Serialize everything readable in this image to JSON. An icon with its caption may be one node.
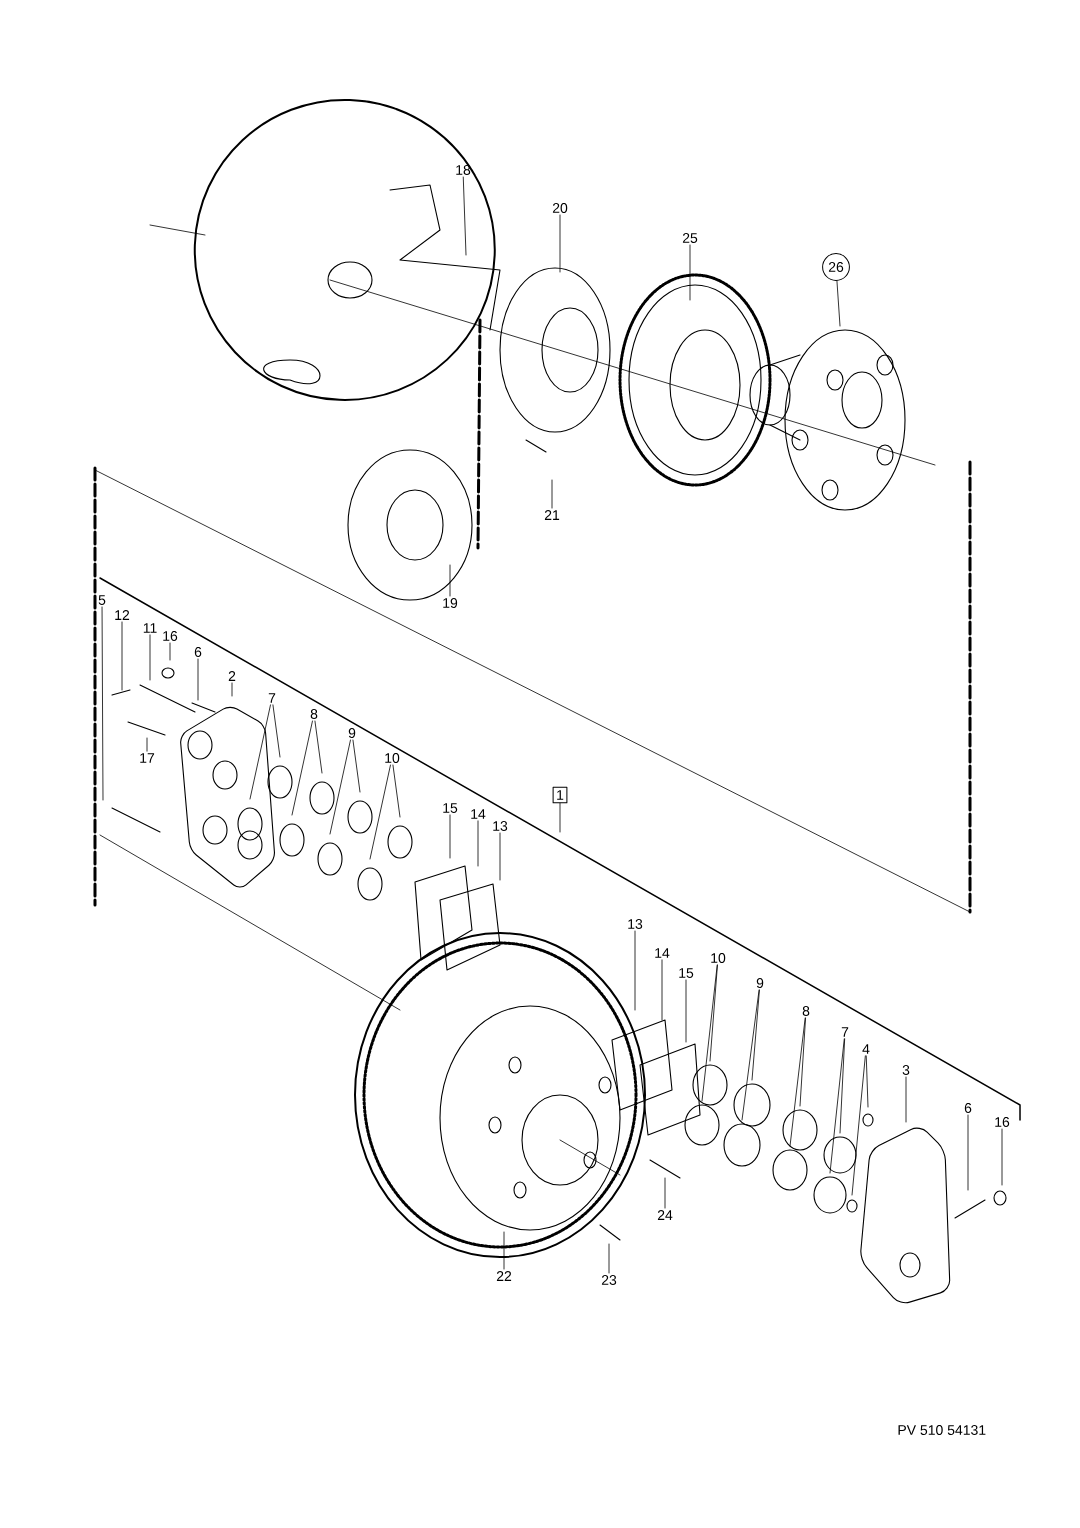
{
  "diagram": {
    "nodes": [
      {
        "text": [
          "18"
        ]
      },
      {
        "text": [
          "20"
        ]
      },
      {
        "text": [
          "25"
        ]
      },
      {
        "text": [
          "26"
        ]
      },
      {
        "text": [
          "21"
        ]
      },
      {
        "text": [
          "19"
        ]
      },
      {
        "text": [
          "1"
        ]
      },
      {
        "text": [
          "5"
        ]
      },
      {
        "text": [
          "12"
        ]
      },
      {
        "text": [
          "11"
        ]
      },
      {
        "text": [
          "16"
        ]
      },
      {
        "text": [
          "6"
        ]
      },
      {
        "text": [
          "2"
        ]
      },
      {
        "text": [
          "7"
        ]
      },
      {
        "text": [
          "8"
        ]
      },
      {
        "text": [
          "9"
        ]
      },
      {
        "text": [
          "10"
        ]
      },
      {
        "text": [
          "17"
        ]
      },
      {
        "text": [
          "15"
        ]
      },
      {
        "text": [
          "14"
        ]
      },
      {
        "text": [
          "13"
        ]
      },
      {
        "text": [
          "13"
        ]
      },
      {
        "text": [
          "14"
        ]
      },
      {
        "text": [
          "15"
        ]
      },
      {
        "text": [
          "10"
        ]
      },
      {
        "text": [
          "9"
        ]
      },
      {
        "text": [
          "8"
        ]
      },
      {
        "text": [
          "7"
        ]
      },
      {
        "text": [
          "4"
        ]
      },
      {
        "text": [
          "3"
        ]
      },
      {
        "text": [
          "6"
        ]
      },
      {
        "text": [
          "16"
        ]
      },
      {
        "text": [
          "24"
        ]
      },
      {
        "text": [
          "23"
        ]
      },
      {
        "text": [
          "22"
        ]
      }
    ],
    "edges": [
      {
        "from": 0,
        "to": null,
        "arrow": "none"
      },
      {
        "from": 1,
        "to": null,
        "arrow": "none"
      },
      {
        "from": 2,
        "to": null,
        "arrow": "none"
      },
      {
        "from": 3,
        "to": null,
        "arrow": "none"
      },
      {
        "from": 4,
        "to": null,
        "arrow": "none"
      },
      {
        "from": 5,
        "to": null,
        "arrow": "none"
      },
      {
        "from": 6,
        "to": null,
        "arrow": "none"
      },
      {
        "from": 7,
        "to": null,
        "arrow": "none"
      },
      {
        "from": 8,
        "to": null,
        "arrow": "none"
      },
      {
        "from": 9,
        "to": null,
        "arrow": "none"
      },
      {
        "from": 10,
        "to": null,
        "arrow": "none"
      },
      {
        "from": 11,
        "to": null,
        "arrow": "none"
      },
      {
        "from": 12,
        "to": null,
        "arrow": "none"
      },
      {
        "from": 13,
        "to": null,
        "arrow": "none"
      },
      {
        "from": 13,
        "to": null,
        "arrow": "none"
      },
      {
        "from": 14,
        "to": null,
        "arrow": "none"
      },
      {
        "from": 14,
        "to": null,
        "arrow": "none"
      },
      {
        "from": 15,
        "to": null,
        "arrow": "none"
      },
      {
        "from": 15,
        "to": null,
        "arrow": "none"
      },
      {
        "from": 16,
        "to": null,
        "arrow": "none"
      },
      {
        "from": 16,
        "to": null,
        "arrow": "none"
      },
      {
        "from": 17,
        "to": null,
        "arrow": "none"
      },
      {
        "from": 18,
        "to": null,
        "arrow": "none"
      },
      {
        "from": 19,
        "to": null,
        "arrow": "none"
      },
      {
        "from": 20,
        "to": null,
        "arrow": "none"
      },
      {
        "from": 21,
        "to": null,
        "arrow": "none"
      },
      {
        "from": 22,
        "to": null,
        "arrow": "none"
      },
      {
        "from": 23,
        "to": null,
        "arrow": "none"
      },
      {
        "from": 24,
        "to": null,
        "arrow": "none"
      },
      {
        "from": 24,
        "to": null,
        "arrow": "none"
      },
      {
        "from": 25,
        "to": null,
        "arrow": "none"
      },
      {
        "from": 25,
        "to": null,
        "arrow": "none"
      },
      {
        "from": 26,
        "to": null,
        "arrow": "none"
      },
      {
        "from": 26,
        "to": null,
        "arrow": "none"
      },
      {
        "from": 27,
        "to": null,
        "arrow": "none"
      },
      {
        "from": 27,
        "to": null,
        "arrow": "none"
      },
      {
        "from": 28,
        "to": null,
        "arrow": "none"
      },
      {
        "from": 28,
        "to": null,
        "arrow": "none"
      },
      {
        "from": 29,
        "to": null,
        "arrow": "none"
      },
      {
        "from": 30,
        "to": null,
        "arrow": "none"
      },
      {
        "from": 31,
        "to": null,
        "arrow": "none"
      },
      {
        "from": 32,
        "to": null,
        "arrow": "none"
      },
      {
        "from": 33,
        "to": null,
        "arrow": "none"
      },
      {
        "from": 34,
        "to": null,
        "arrow": "none"
      }
    ],
    "labels": [
      "PV 510 54131"
    ]
  }
}
